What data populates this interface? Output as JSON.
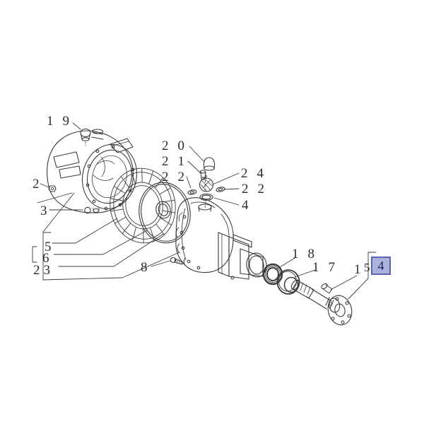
{
  "diagram": {
    "type": "exploded-parts-diagram",
    "background_color": "#ffffff",
    "line_color": "#3a3a3a",
    "callouts": [
      {
        "label": "19"
      },
      {
        "label": "2"
      },
      {
        "label": "3"
      },
      {
        "label": "20"
      },
      {
        "label": "21"
      },
      {
        "label": "22"
      },
      {
        "label": "24"
      },
      {
        "label": "22"
      },
      {
        "label": "4"
      },
      {
        "label": "5"
      },
      {
        "label": "6"
      },
      {
        "label": "23"
      },
      {
        "label": "8"
      },
      {
        "label": "18"
      },
      {
        "label": "17"
      },
      {
        "label": "1"
      },
      {
        "label": "5"
      }
    ],
    "selected_callout": {
      "label": "4",
      "highlight_fill": "#aab3d9",
      "highlight_border": "#5a64b2",
      "text_color": "#1c2462"
    }
  }
}
